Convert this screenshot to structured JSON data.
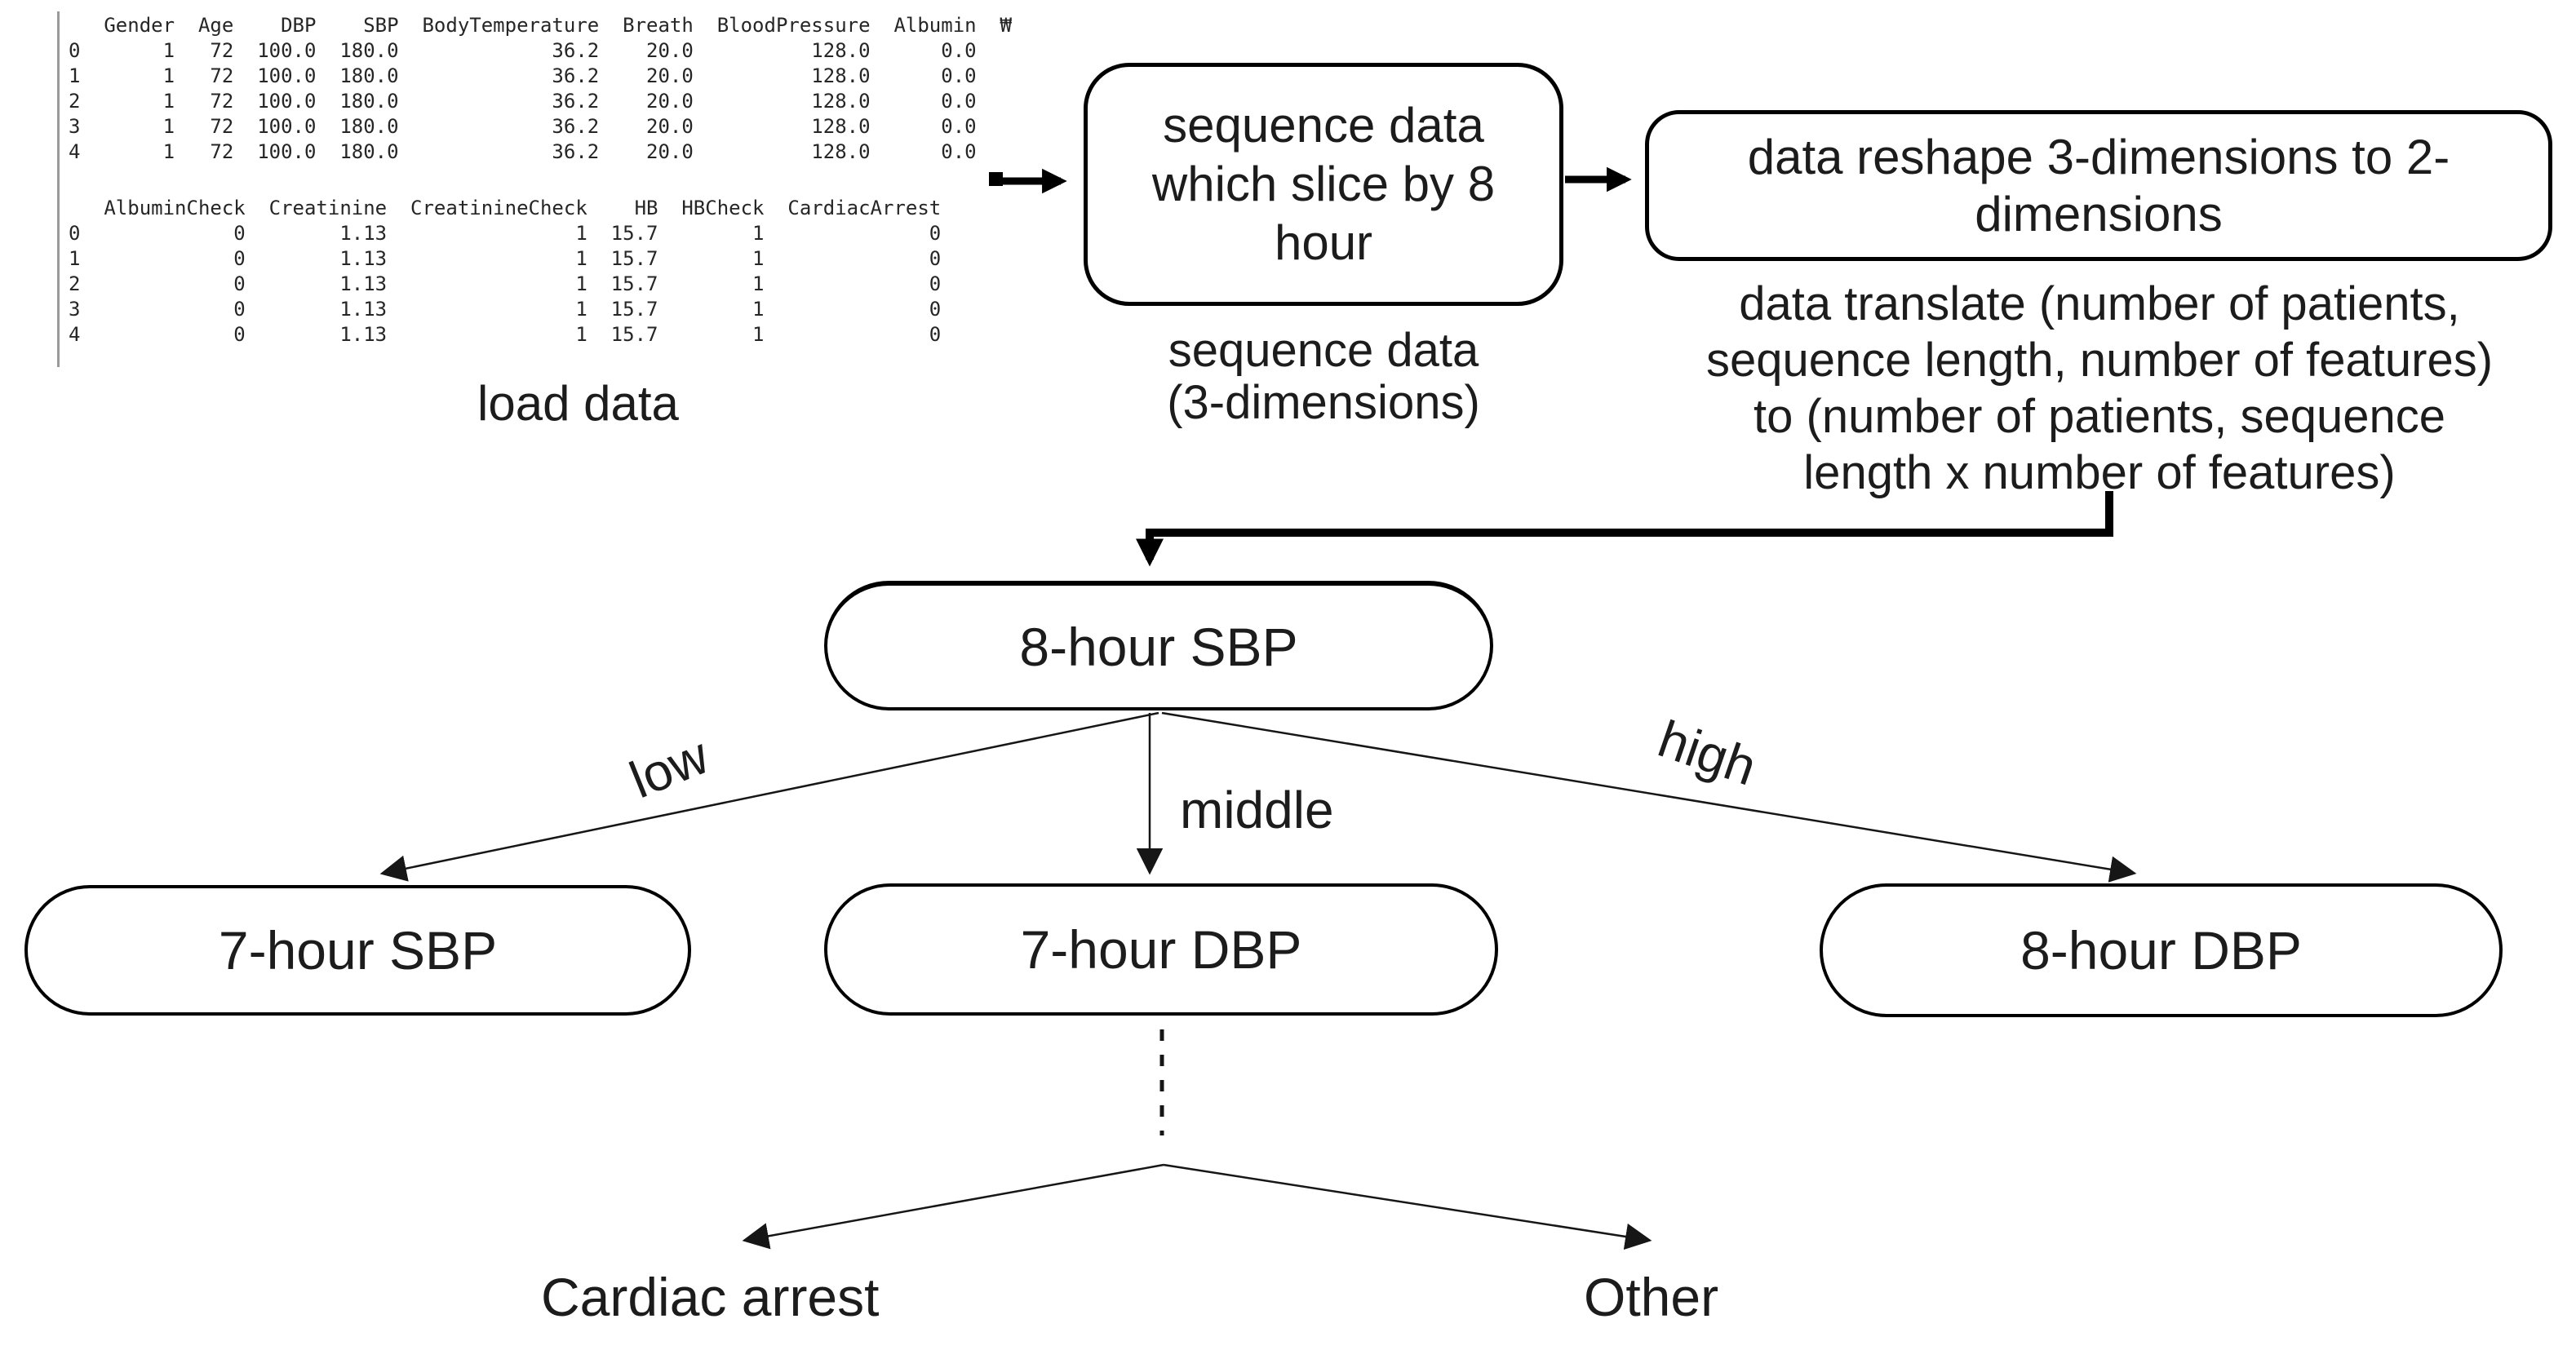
{
  "console": {
    "table1": {
      "columns": [
        "Gender",
        "Age",
        "DBP",
        "SBP",
        "BodyTemperature",
        "Breath",
        "BloodPressure",
        "Albumin"
      ],
      "index": [
        "0",
        "1",
        "2",
        "3",
        "4"
      ],
      "rows": [
        [
          "1",
          "72",
          "100.0",
          "180.0",
          "36.2",
          "20.0",
          "128.0",
          "0.0"
        ],
        [
          "1",
          "72",
          "100.0",
          "180.0",
          "36.2",
          "20.0",
          "128.0",
          "0.0"
        ],
        [
          "1",
          "72",
          "100.0",
          "180.0",
          "36.2",
          "20.0",
          "128.0",
          "0.0"
        ],
        [
          "1",
          "72",
          "100.0",
          "180.0",
          "36.2",
          "20.0",
          "128.0",
          "0.0"
        ],
        [
          "1",
          "72",
          "100.0",
          "180.0",
          "36.2",
          "20.0",
          "128.0",
          "0.0"
        ]
      ],
      "line_wrap_char": "₩"
    },
    "table2": {
      "columns": [
        "AlbuminCheck",
        "Creatinine",
        "CreatinineCheck",
        "HB",
        "HBCheck",
        "CardiacArrest"
      ],
      "index": [
        "0",
        "1",
        "2",
        "3",
        "4"
      ],
      "rows": [
        [
          "0",
          "1.13",
          "1",
          "15.7",
          "1",
          "0"
        ],
        [
          "0",
          "1.13",
          "1",
          "15.7",
          "1",
          "0"
        ],
        [
          "0",
          "1.13",
          "1",
          "15.7",
          "1",
          "0"
        ],
        [
          "0",
          "1.13",
          "1",
          "15.7",
          "1",
          "0"
        ],
        [
          "0",
          "1.13",
          "1",
          "15.7",
          "1",
          "0"
        ]
      ],
      "line_wrap_char": ""
    }
  },
  "labels": {
    "load_data": "load data",
    "box_slice": "sequence data\nwhich slice by 8\nhour",
    "caption_slice": "sequence data\n(3-dimensions)",
    "box_reshape": "data reshape 3-dimensions to 2-\ndimensions",
    "caption_reshape": "data translate (number of patients,\nsequence length, number of features)\nto (number of patients, sequence\nlength x number of features)",
    "node_root": "8-hour SBP",
    "branch_low": "low",
    "branch_middle": "middle",
    "branch_high": "high",
    "node_low": "7-hour SBP",
    "node_middle": "7-hour DBP",
    "node_high": "8-hour DBP",
    "outcome_left": "Cardiac arrest",
    "outcome_right": "Other"
  },
  "colors": {
    "thick_line": "#000000",
    "thin_line": "#161616",
    "text": "#1c1c1c",
    "cell_border": "#9a9a9a"
  }
}
